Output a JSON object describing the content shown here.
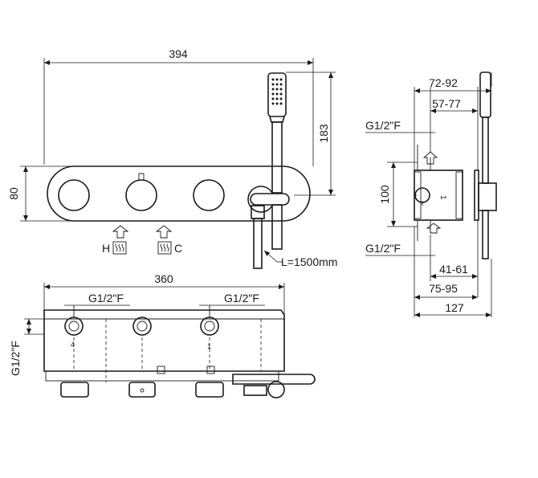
{
  "dimensions": {
    "front_width": "394",
    "front_height": "80",
    "hand_shower_height": "183",
    "hose_length": "L=1500mm",
    "top_width": "360",
    "side_depth_max": "72-92",
    "side_depth_mid": "57-77",
    "side_height": "100",
    "side_bottom_a": "41-61",
    "side_bottom_b": "75-95",
    "side_bottom_c": "127"
  },
  "threads": {
    "left_top": "G1/2\"F",
    "right_top": "G1/2\"F",
    "vertical": "G1/2\"F",
    "side_top": "G1/2\"F",
    "side_bottom": "G1/2\"F"
  },
  "markers": {
    "hot": "H",
    "cold": "C"
  }
}
